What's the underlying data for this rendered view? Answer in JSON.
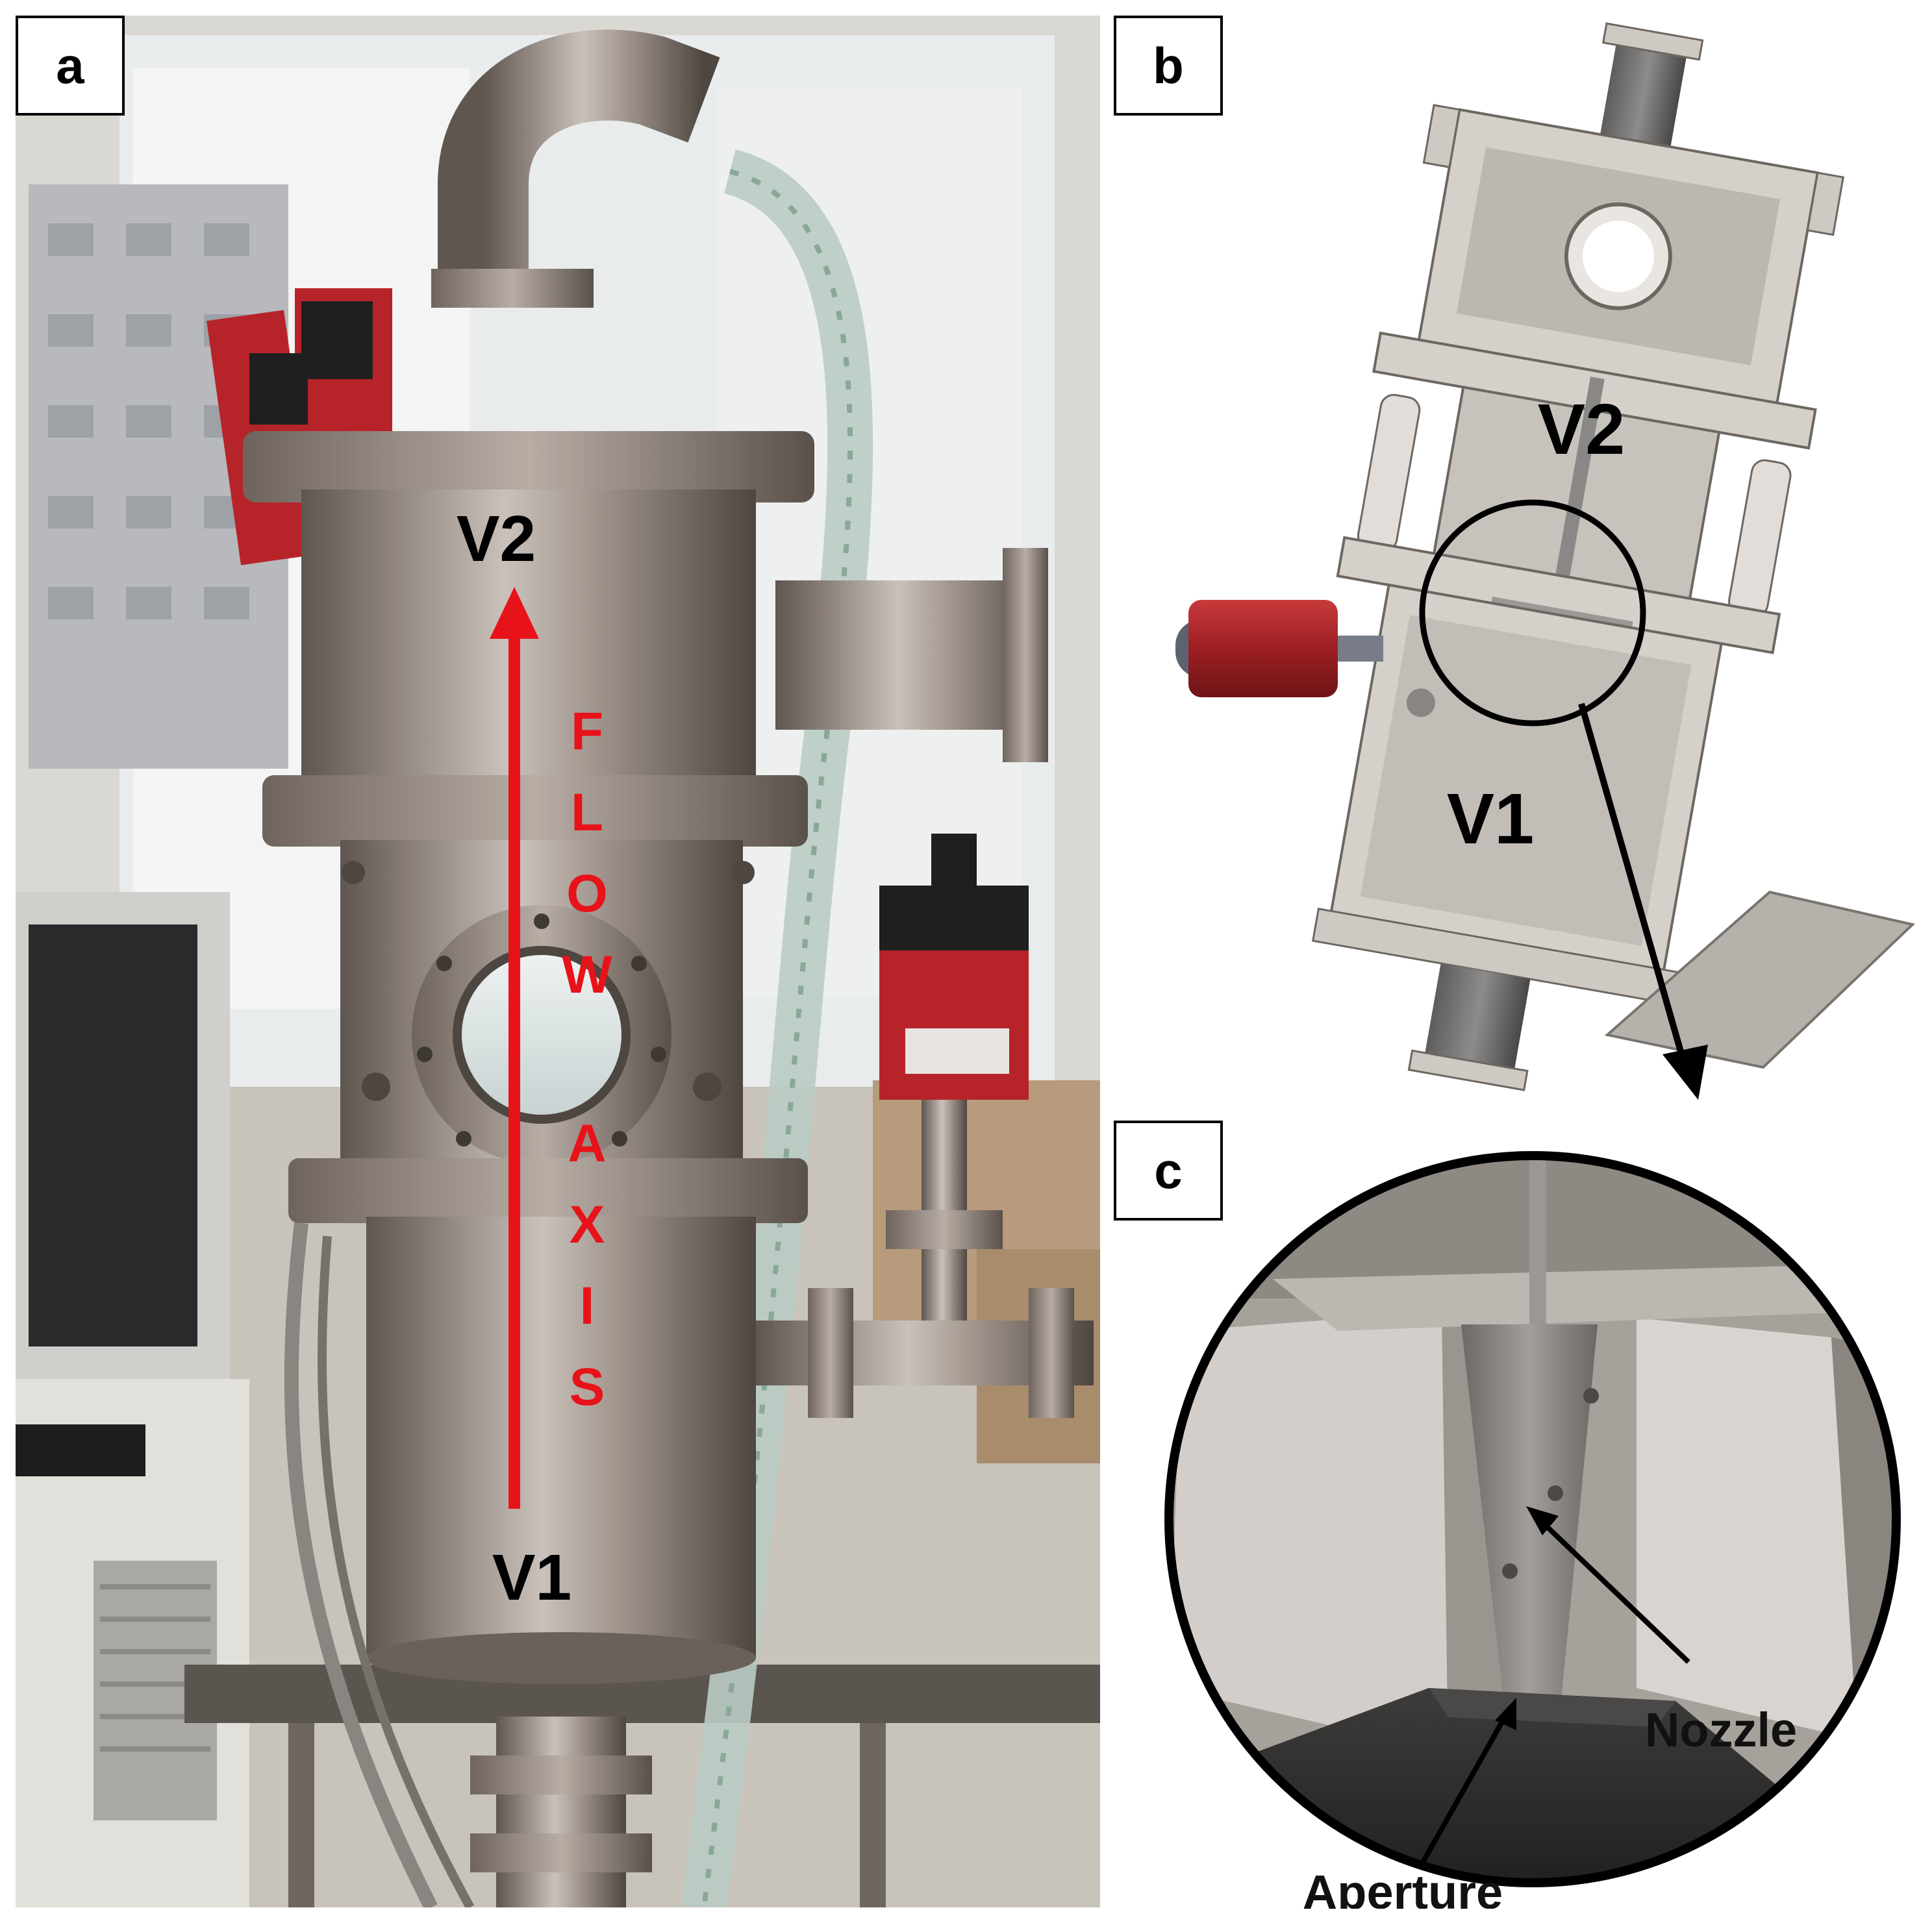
{
  "panels": {
    "a": {
      "tag": "a",
      "top_label": "V2",
      "bottom_label": "V1",
      "axis_letters": [
        "F",
        "L",
        "O",
        "W",
        "A",
        "X",
        "I",
        "S"
      ],
      "colors": {
        "flow_arrow": "#e8131a",
        "steel": "#9a8f86",
        "valve_red": "#b6242a"
      }
    },
    "b": {
      "tag": "b",
      "top_label": "V2",
      "bottom_label": "V1",
      "colors": {
        "cad_body": "#cfc9c3",
        "cad_red": "#b3282c"
      }
    },
    "c": {
      "tag": "c",
      "nozzle_label": "Nozzle",
      "aperture_label": "Aperture"
    }
  }
}
